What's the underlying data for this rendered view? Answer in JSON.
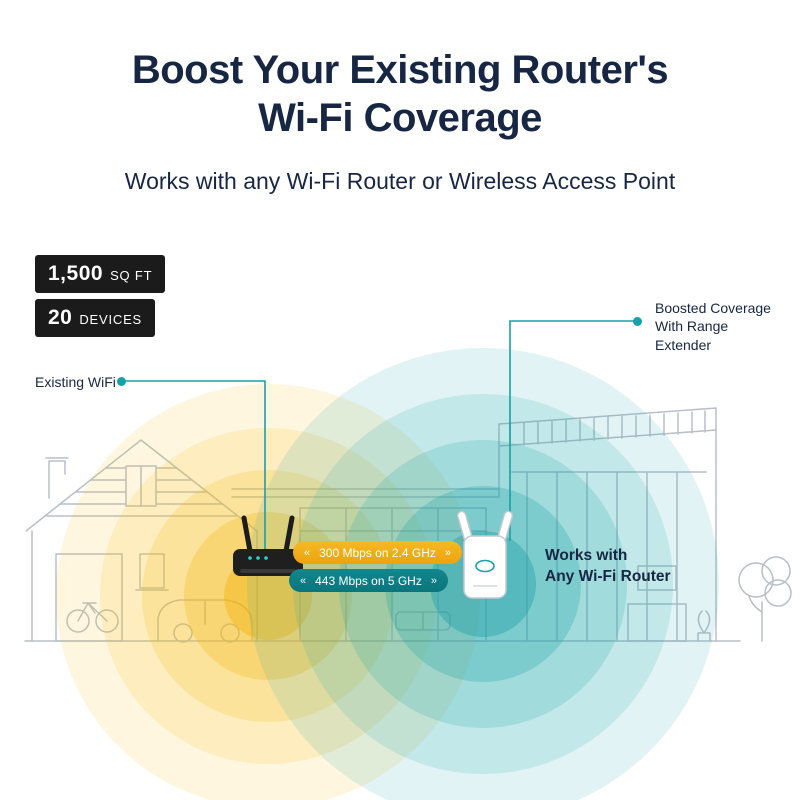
{
  "header": {
    "title_line1": "Boost Your Existing Router's",
    "title_line2": "Wi-Fi Coverage",
    "subtitle": "Works with any Wi-Fi Router or Wireless Access Point"
  },
  "spec_badges": [
    {
      "value": "1,500",
      "unit": "SQ FT"
    },
    {
      "value": "20",
      "unit": "DEVICES"
    }
  ],
  "callouts": {
    "existing_wifi": "Existing WiFi",
    "boosted_coverage": "Boosted Coverage With Range Extender",
    "works_with_line1": "Works with",
    "works_with_line2": "Any Wi-Fi Router"
  },
  "speed_badges": [
    {
      "left_arrows": "«",
      "text": "300 Mbps on 2.4 GHz",
      "right_arrows": "»"
    },
    {
      "left_arrows": "«",
      "text": "443 Mbps on 5 GHz",
      "right_arrows": "»"
    }
  ],
  "colors": {
    "accent_teal": "#14a2a8",
    "coverage_yellow": "#f5bb17",
    "coverage_teal": "#2aacb2",
    "title_navy": "#172642",
    "badge_black": "#1b1b1b"
  }
}
